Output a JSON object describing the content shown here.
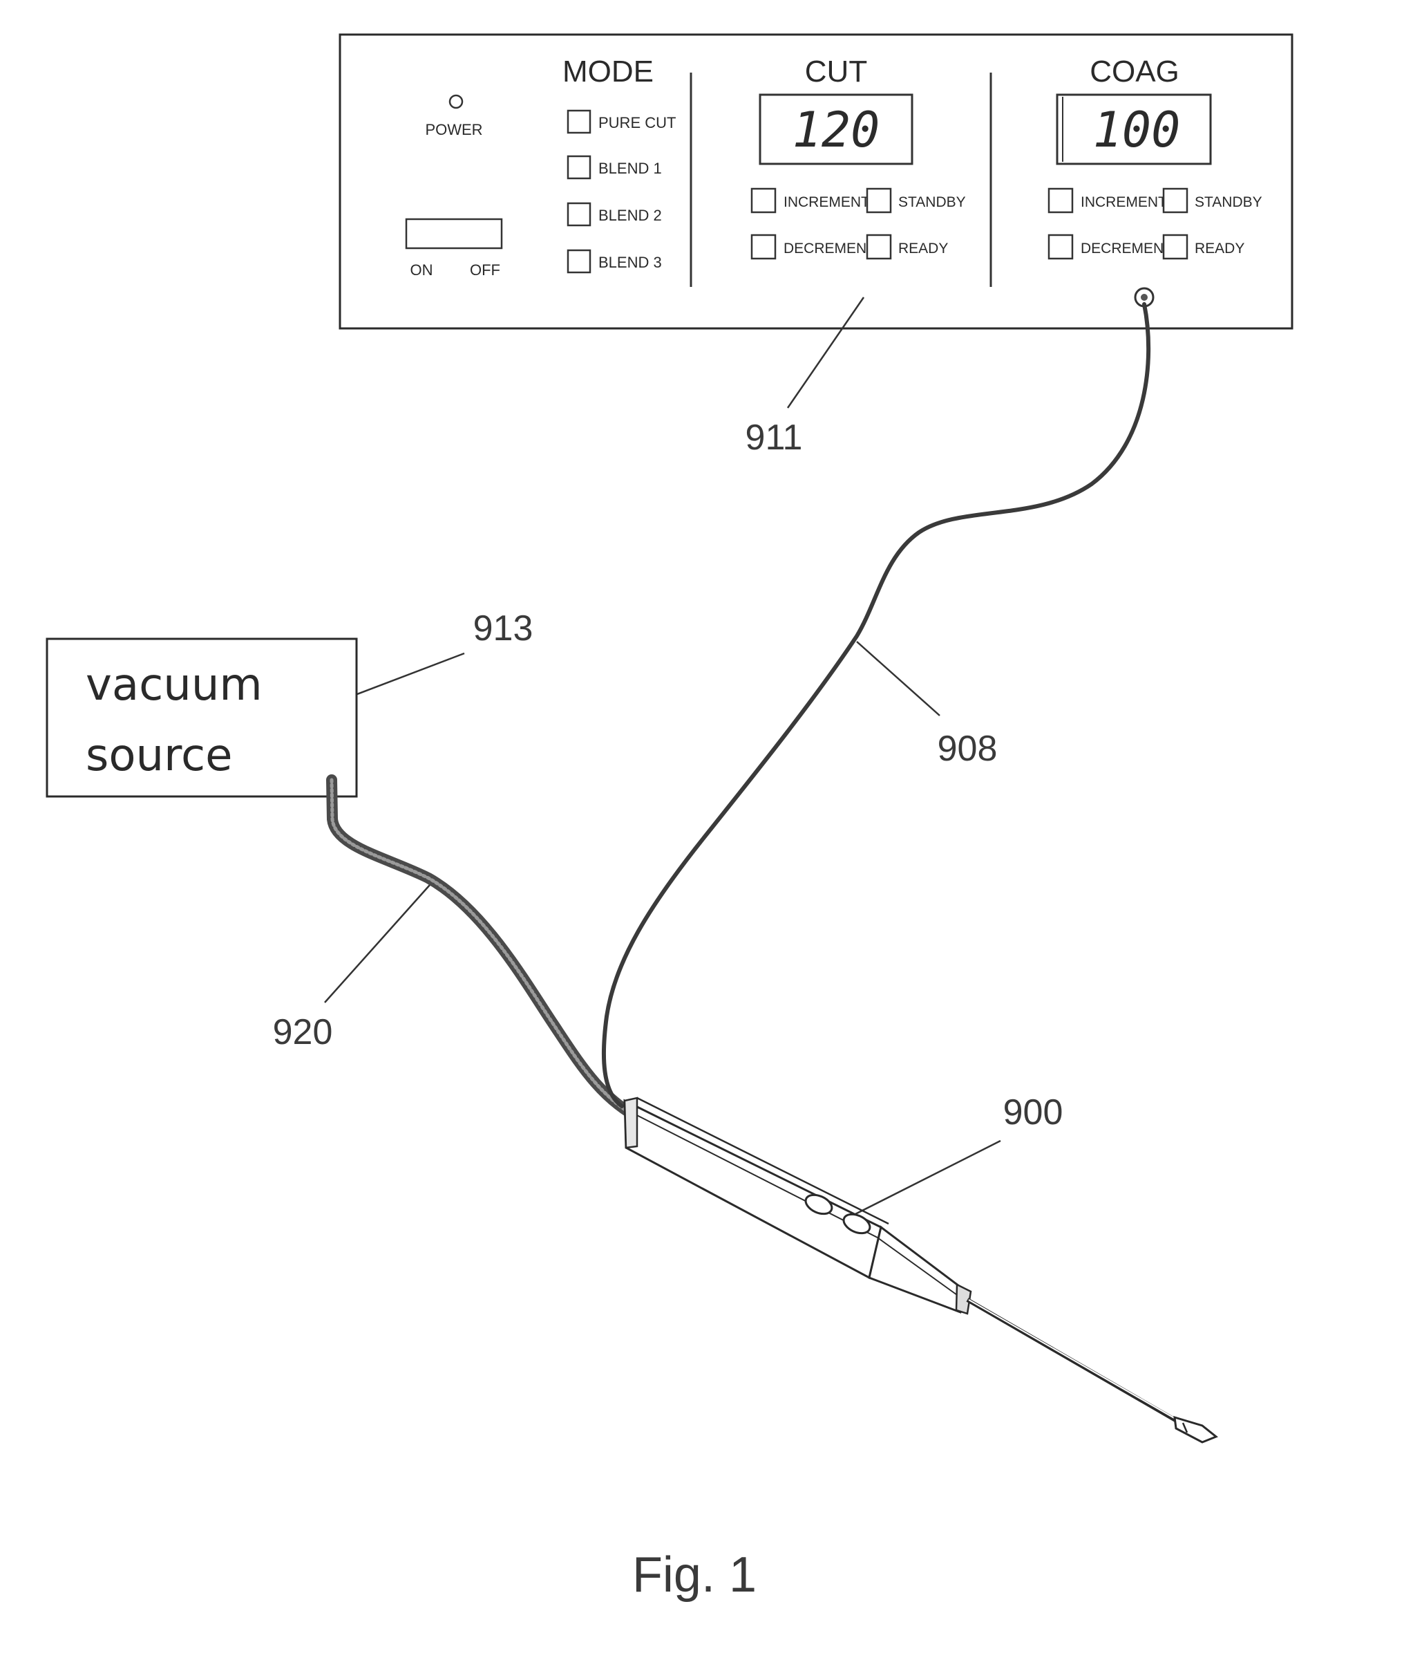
{
  "panel": {
    "power_label": "POWER",
    "on_label": "ON",
    "off_label": "OFF",
    "mode": {
      "title": "MODE",
      "options": [
        "PURE CUT",
        "BLEND 1",
        "BLEND 2",
        "BLEND 3"
      ]
    },
    "cut": {
      "title": "CUT",
      "display": "120",
      "increment": "INCREMENT",
      "decrement": "DECREMENT",
      "standby": "STANDBY",
      "ready": "READY"
    },
    "coag": {
      "title": "COAG",
      "display": "100",
      "increment": "INCREMENT",
      "decrement": "DECREMENT",
      "standby": "STANDBY",
      "ready": "READY"
    }
  },
  "vacuum": {
    "line1": "vacuum",
    "line2": "source"
  },
  "refs": {
    "r911": "911",
    "r913": "913",
    "r908": "908",
    "r920": "920",
    "r900": "900"
  },
  "caption": "Fig. 1"
}
